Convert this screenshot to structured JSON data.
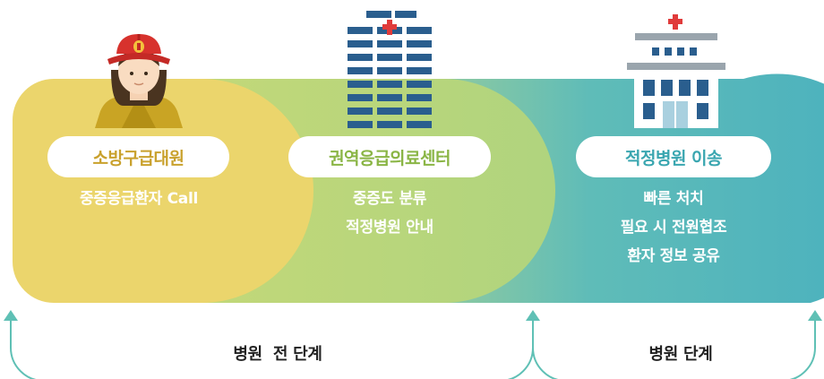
{
  "colors": {
    "yellow": "#ebd56c",
    "green": "#b7d67b",
    "teal": "#4fb5bf",
    "text_yellow": "#c9a12d",
    "text_green": "#8ab545",
    "text_teal": "#3aa6b0",
    "arrow": "#5fc0b5",
    "building": "#2a5e8e"
  },
  "stages": [
    {
      "title": "소방구급대원",
      "icon": "firefighter-icon",
      "desc": [
        "중증응급환자 Call"
      ]
    },
    {
      "title": "권역응급의료센터",
      "icon": "tall-building-icon",
      "desc": [
        "중증도 분류",
        "적정병원 안내"
      ]
    },
    {
      "title": "적정병원 이송",
      "icon": "hospital-icon",
      "desc": [
        "빠른 처치",
        "필요 시 전원협조",
        "환자 정보 공유"
      ]
    }
  ],
  "phases": {
    "pre_hospital": "병원  전 단계",
    "hospital": "병원 단계"
  }
}
